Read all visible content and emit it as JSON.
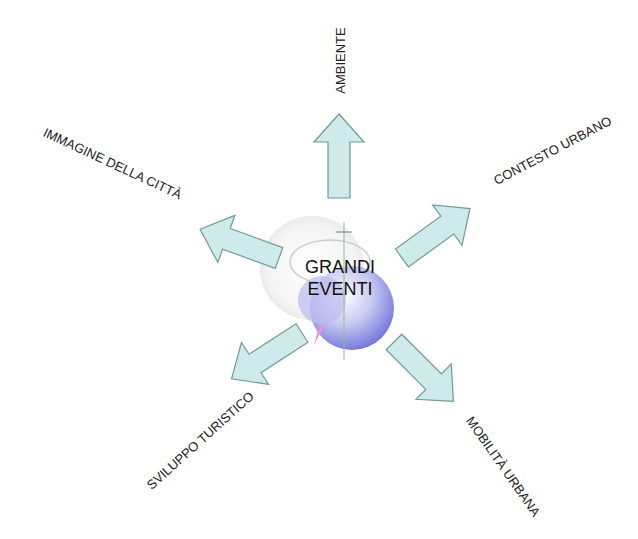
{
  "diagram": {
    "nodes": [
      {
        "text": [
          "GRANDI EVENTI"
        ]
      }
    ],
    "labels": [
      "AMBIENTE",
      "CONTESTO URBANO",
      "MOBILITÀ URBANA",
      "SVILUPPO TURISTICO",
      "IMMAGINE DELLA CITTÀ"
    ]
  }
}
